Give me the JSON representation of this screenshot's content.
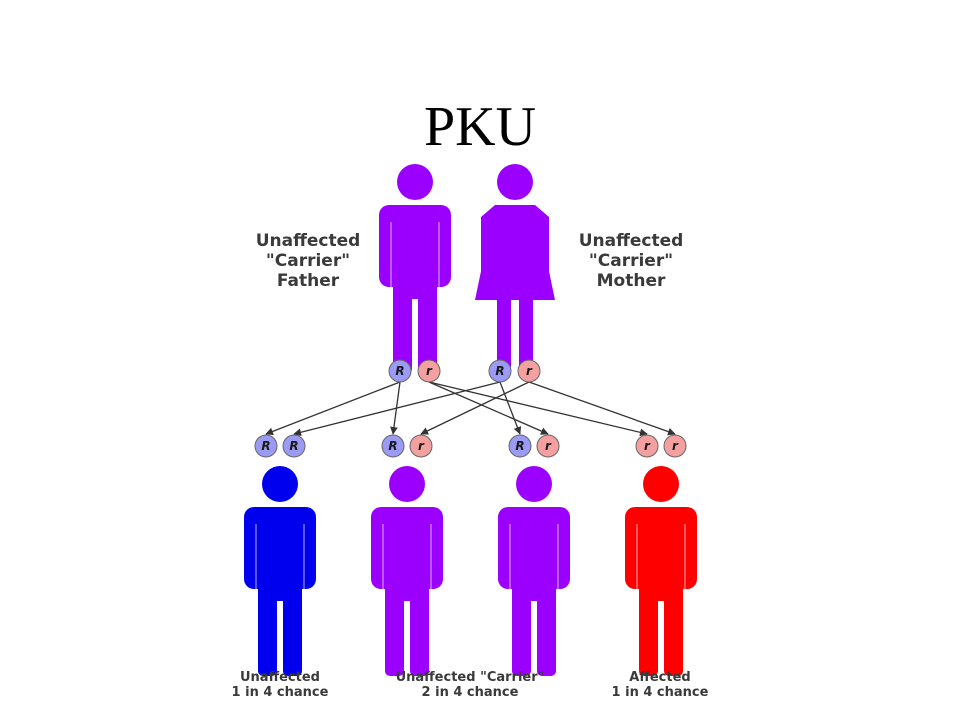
{
  "title": "PKU",
  "colors": {
    "carrier": "#9b00ff",
    "unaffected": "#0000ee",
    "affected": "#ff0000",
    "allele_dominant": "#9b9bf5",
    "allele_recessive": "#f5a0a0",
    "arrow": "#333333"
  },
  "parents": [
    {
      "id": "father",
      "label_lines": [
        "Unaffected",
        "\"Carrier\"",
        "Father"
      ],
      "alleles": [
        "R",
        "r"
      ],
      "status": "carrier",
      "figure": "male"
    },
    {
      "id": "mother",
      "label_lines": [
        "Unaffected",
        "\"Carrier\"",
        "Mother"
      ],
      "alleles": [
        "R",
        "r"
      ],
      "status": "carrier",
      "figure": "female"
    }
  ],
  "children": [
    {
      "alleles": [
        "R",
        "R"
      ],
      "status": "unaffected"
    },
    {
      "alleles": [
        "R",
        "r"
      ],
      "status": "carrier"
    },
    {
      "alleles": [
        "R",
        "r"
      ],
      "status": "carrier"
    },
    {
      "alleles": [
        "r",
        "r"
      ],
      "status": "affected"
    }
  ],
  "outcome_labels": [
    {
      "lines": [
        "Unaffected",
        "1 in 4 chance"
      ]
    },
    {
      "lines": [
        "Unaffected \"Carrier\"",
        "2 in 4 chance"
      ]
    },
    {
      "lines": [
        "Affected",
        "1 in 4 chance"
      ]
    }
  ],
  "inheritance": [
    {
      "from_parent": 0,
      "from_allele": 0,
      "to_child": 0,
      "to_slot": 0
    },
    {
      "from_parent": 0,
      "from_allele": 0,
      "to_child": 1,
      "to_slot": 0
    },
    {
      "from_parent": 0,
      "from_allele": 1,
      "to_child": 2,
      "to_slot": 1
    },
    {
      "from_parent": 0,
      "from_allele": 1,
      "to_child": 3,
      "to_slot": 0
    },
    {
      "from_parent": 1,
      "from_allele": 0,
      "to_child": 0,
      "to_slot": 1
    },
    {
      "from_parent": 1,
      "from_allele": 0,
      "to_child": 2,
      "to_slot": 0
    },
    {
      "from_parent": 1,
      "from_allele": 1,
      "to_child": 1,
      "to_slot": 1
    },
    {
      "from_parent": 1,
      "from_allele": 1,
      "to_child": 3,
      "to_slot": 1
    }
  ]
}
